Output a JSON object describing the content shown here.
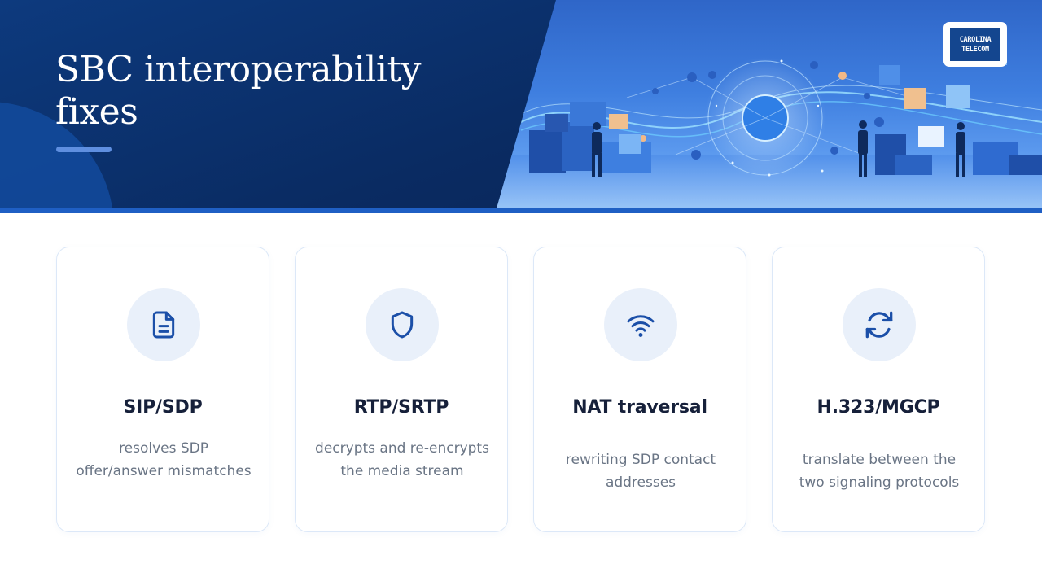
{
  "slide": {
    "title": "SBC interoperability fixes",
    "logo_lines": [
      "CAROLINA",
      "TELECOM"
    ]
  },
  "cards": [
    {
      "icon": "document-icon",
      "title": "SIP/SDP",
      "description": "resolves SDP offer/answer mismatches"
    },
    {
      "icon": "shield-icon",
      "title": "RTP/SRTP",
      "description": "decrypts and re-encrypts the media stream"
    },
    {
      "icon": "wifi-icon",
      "title": "NAT traversal",
      "description": "rewriting SDP contact addresses"
    },
    {
      "icon": "refresh-icon",
      "title": "H.323/MGCP",
      "description": "translate between the two signaling protocols"
    }
  ],
  "colors": {
    "header_dark": "#0a2b62",
    "accent_blue": "#1f5fc4",
    "icon_blue": "#1b4fa8",
    "icon_bg": "#e9f0fa",
    "card_border": "#dce8f8"
  }
}
